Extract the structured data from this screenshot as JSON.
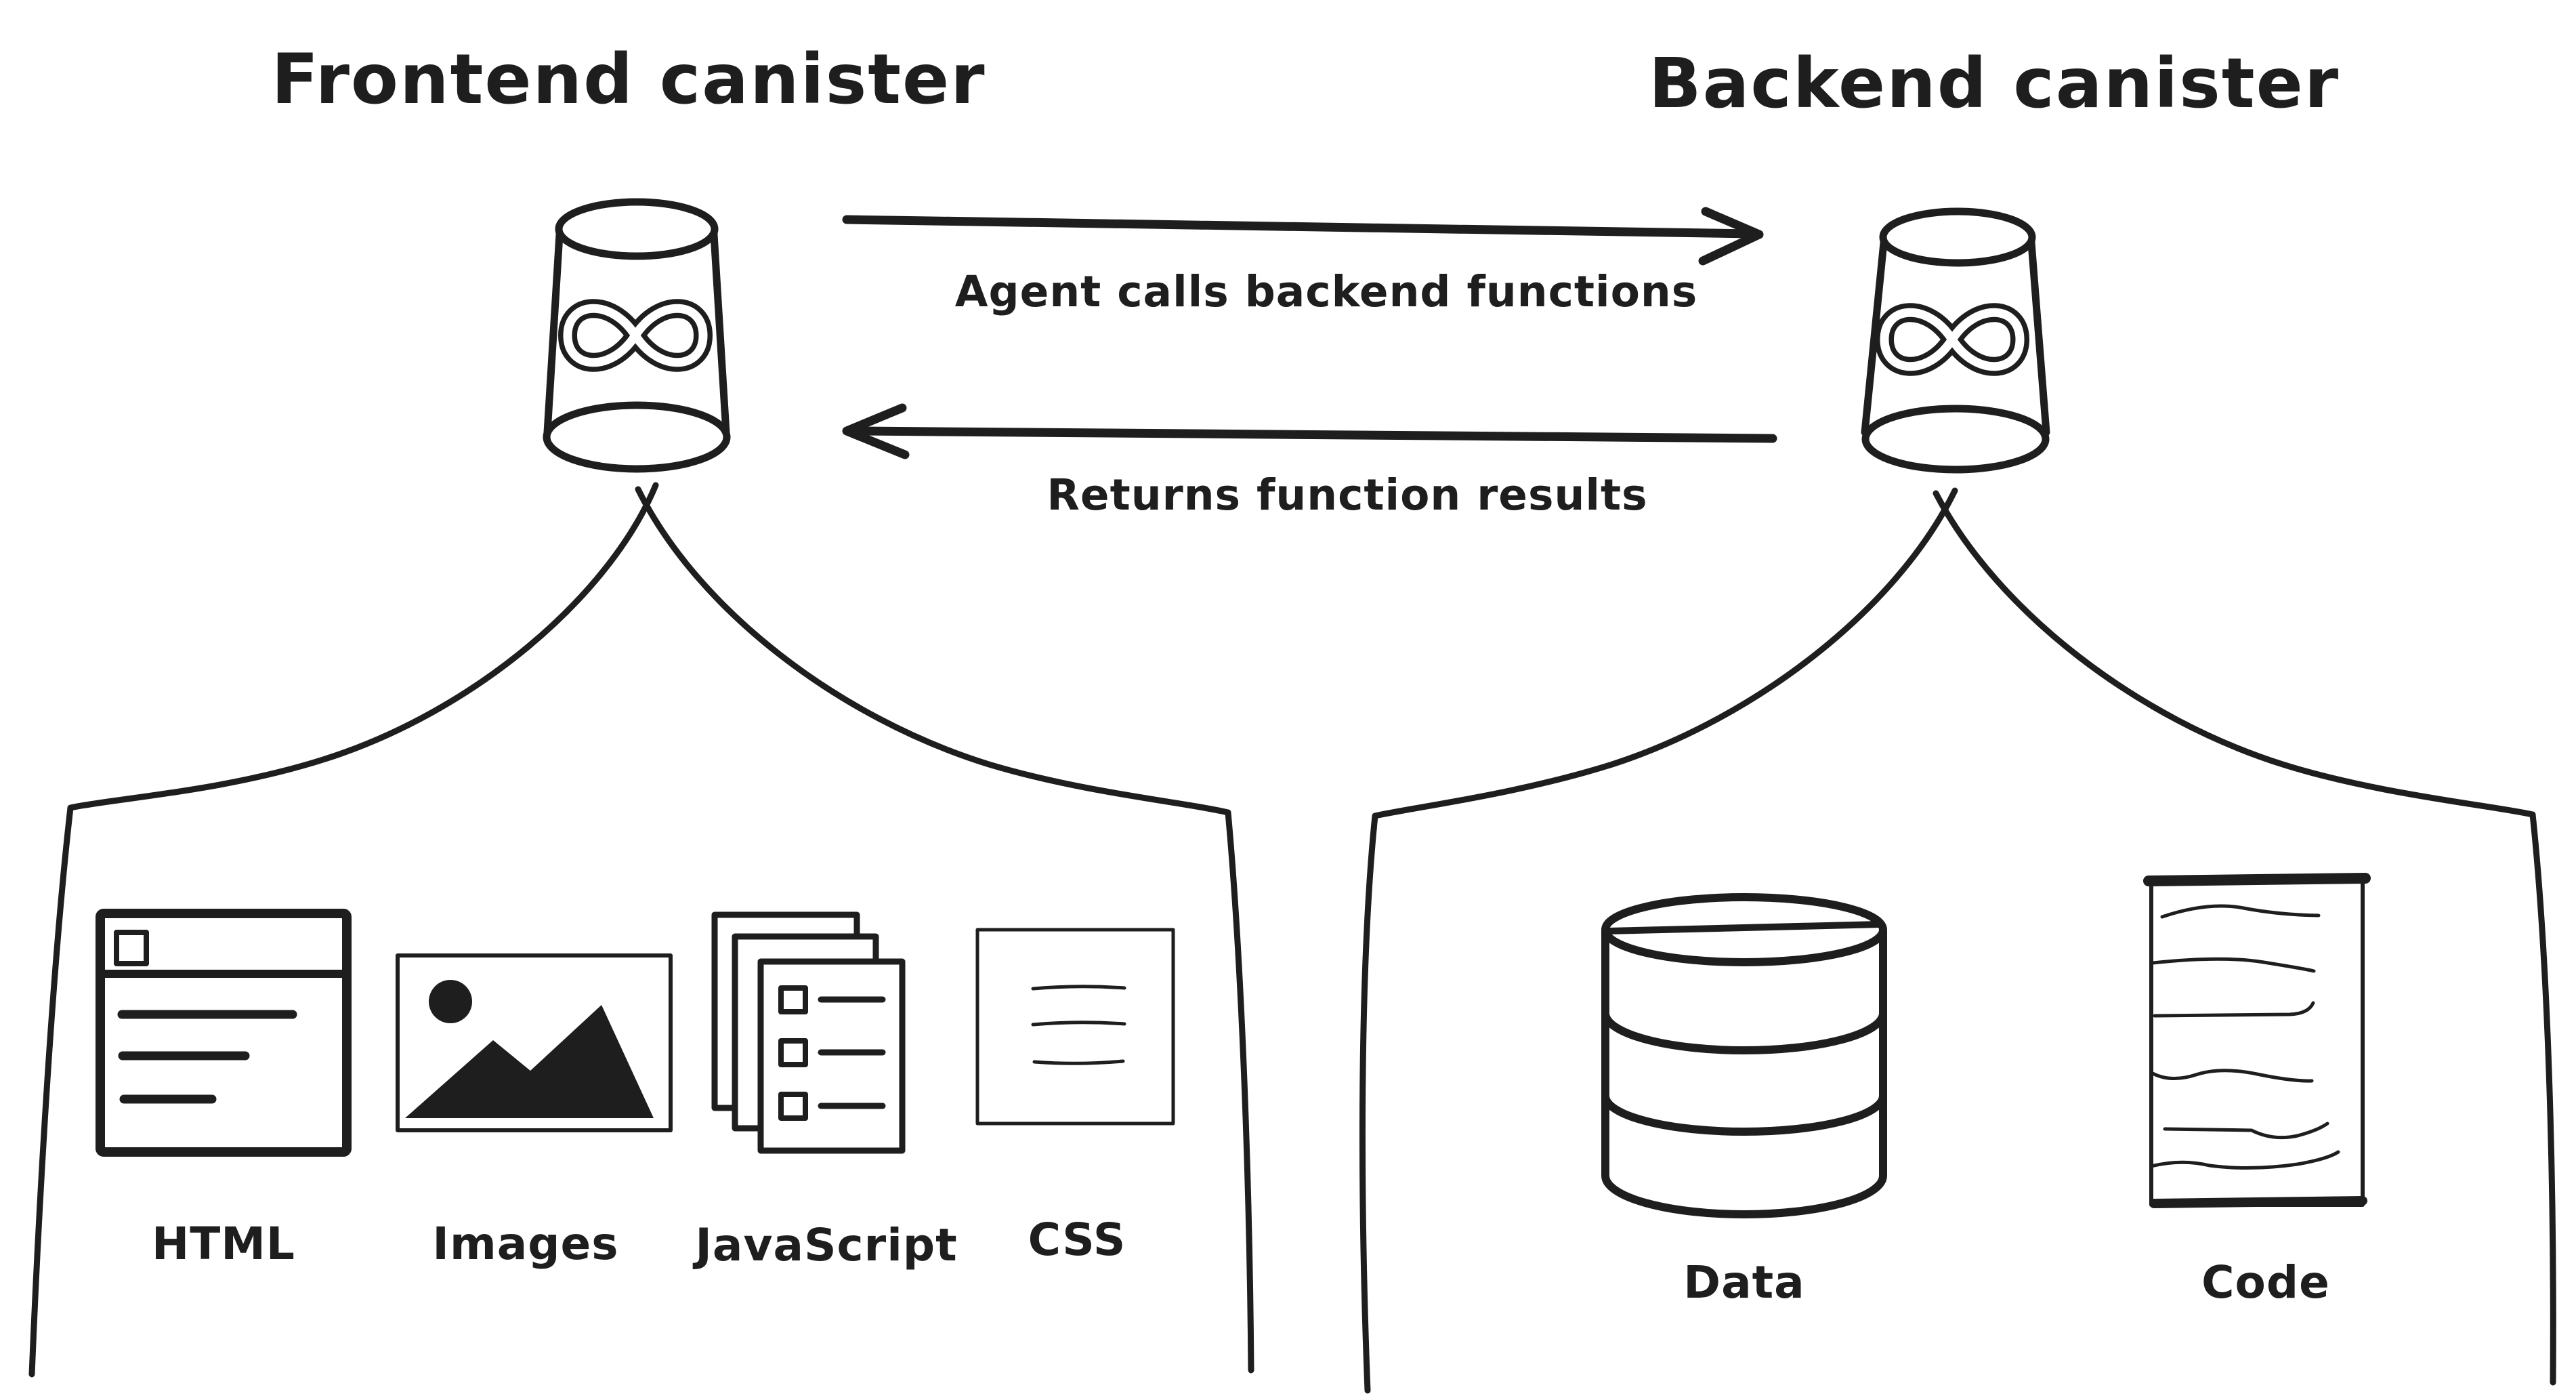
{
  "colors": {
    "ink": "#1e1e1e",
    "background": "#ffffff"
  },
  "frontend": {
    "title": "Frontend canister",
    "icon": "canister-infinity-icon",
    "assets": [
      {
        "label": "HTML",
        "icon": "browser-window-icon"
      },
      {
        "label": "Images",
        "icon": "picture-icon"
      },
      {
        "label": "JavaScript",
        "icon": "stacked-list-documents-icon"
      },
      {
        "label": "CSS",
        "icon": "stylesheet-document-icon"
      }
    ]
  },
  "backend": {
    "title": "Backend canister",
    "icon": "canister-infinity-icon",
    "assets": [
      {
        "label": "Data",
        "icon": "database-cylinder-icon"
      },
      {
        "label": "Code",
        "icon": "code-document-icon"
      }
    ]
  },
  "connections": {
    "call": {
      "label": "Agent calls backend functions",
      "direction": "frontend-to-backend"
    },
    "return": {
      "label": "Returns function results",
      "direction": "backend-to-frontend"
    }
  }
}
